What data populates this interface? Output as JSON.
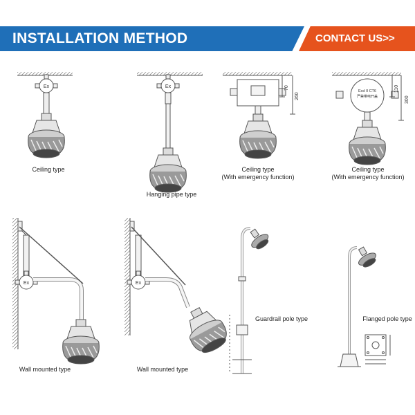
{
  "banner": {
    "title": "INSTALLATION METHOD",
    "contact": "CONTACT US>>",
    "colors": {
      "blue": "#1f6fb8",
      "orange": "#e6531d"
    }
  },
  "captions": {
    "ceiling": "Ceiling type",
    "hanging_pipe": "Hanging pipe type",
    "ceiling_emergency_1": "Ceiling type",
    "ceiling_emergency_1_sub": "(With emergency function)",
    "ceiling_emergency_2": "Ceiling type",
    "ceiling_emergency_2_sub": "(With emergency function)",
    "wall_1": "Wall mounted type",
    "wall_2": "Wall mounted type",
    "guardrail_pole": "Guardrail pole type",
    "flanged_pole": "Flanged pole type"
  },
  "diagram_labels": {
    "junction_box": "Ex",
    "emergency_box_text": "Exd II CT6",
    "emergency_box_text_2": "严禁带电开盖",
    "dim_70": "70",
    "dim_260": "260",
    "dim_110": "110",
    "dim_300": "300"
  }
}
